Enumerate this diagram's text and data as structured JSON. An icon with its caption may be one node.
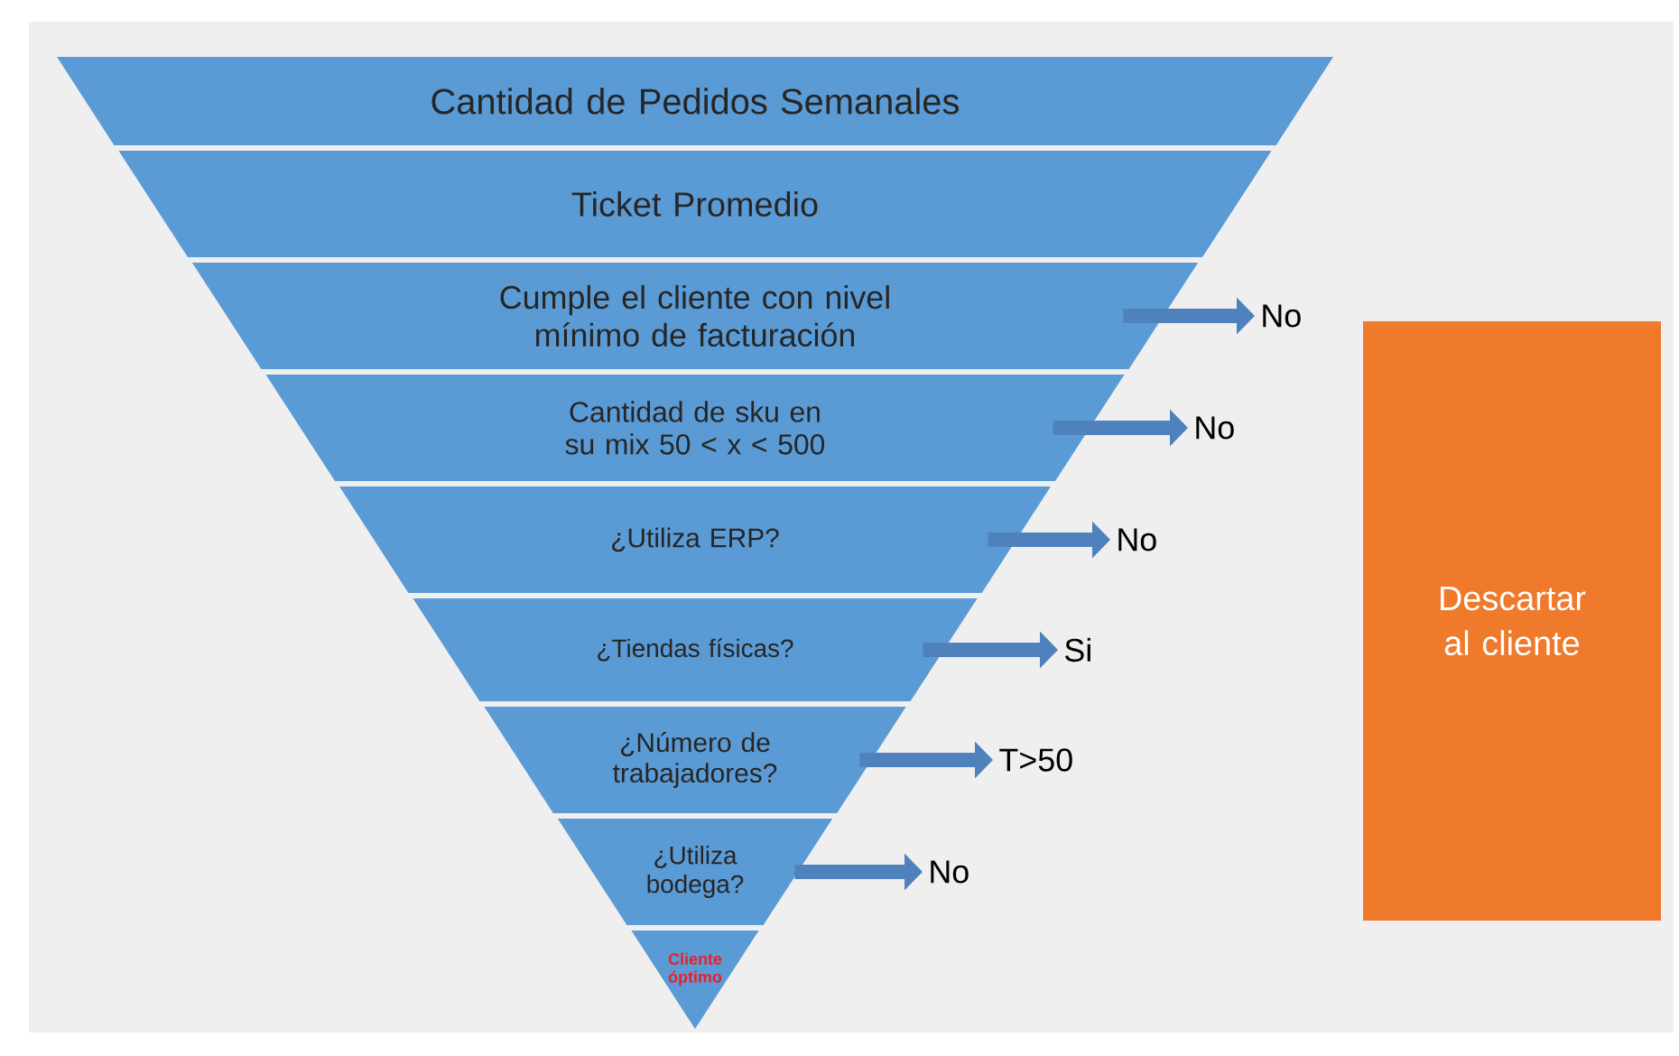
{
  "diagram": {
    "nodes": [
      {
        "text": [
          "Cantidad de Pedidos Semanales"
        ]
      },
      {
        "text": [
          "Ticket Promedio"
        ]
      },
      {
        "text": [
          "Cumple el cliente con nivel mínimo de facturación"
        ]
      },
      {
        "text": [
          "Cantidad de sku en su mix 50 < x < 500"
        ]
      },
      {
        "text": [
          "¿Utiliza ERP?"
        ]
      },
      {
        "text": [
          "¿Tiendas físicas?"
        ]
      },
      {
        "text": [
          "¿Número de trabajadores?"
        ]
      },
      {
        "text": [
          "¿Utiliza bodega?"
        ]
      },
      {
        "text": [
          "Cliente óptimo"
        ]
      },
      {
        "text": [
          "No"
        ]
      },
      {
        "text": [
          "No"
        ]
      },
      {
        "text": [
          "No"
        ]
      },
      {
        "text": [
          "Si"
        ]
      },
      {
        "text": [
          "T>50"
        ]
      },
      {
        "text": [
          "No"
        ]
      },
      {
        "text": [
          "Descartar al cliente"
        ]
      }
    ],
    "edges": [
      {
        "from": 2,
        "to": 9,
        "arrow": "to"
      },
      {
        "from": 3,
        "to": 10,
        "arrow": "to"
      },
      {
        "from": 4,
        "to": 11,
        "arrow": "to"
      },
      {
        "from": 5,
        "to": 12,
        "arrow": "to"
      },
      {
        "from": 6,
        "to": 13,
        "arrow": "to"
      },
      {
        "from": 7,
        "to": 14,
        "arrow": "to"
      }
    ]
  }
}
